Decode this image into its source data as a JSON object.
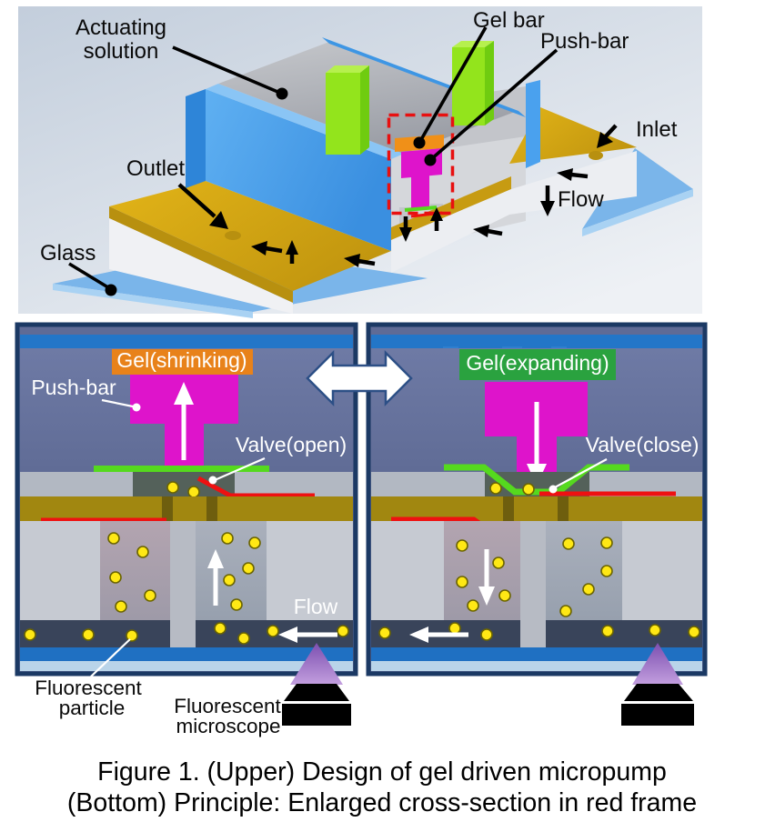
{
  "figure": {
    "caption_line1": "Figure 1. (Upper) Design of gel driven micropump",
    "caption_line2": "(Bottom) Principle: Enlarged cross-section in red frame"
  },
  "upper_panel": {
    "labels": {
      "actuating_solution_line1": "Actuating",
      "actuating_solution_line2": "solution",
      "gel_bar": "Gel bar",
      "push_bar": "Push-bar",
      "inlet": "Inlet",
      "outlet": "Outlet",
      "glass": "Glass",
      "flow": "Flow"
    }
  },
  "left_panel": {
    "gel_state_label": "Gel(shrinking)",
    "push_bar_label": "Push-bar",
    "valve_label": "Valve(open)",
    "flow_label": "Flow",
    "fluorescent_particle_line1": "Fluorescent",
    "fluorescent_particle_line2": "particle",
    "fluorescent_microscope_line1": "Fluorescent",
    "fluorescent_microscope_line2": "microscope"
  },
  "right_panel": {
    "gel_state_label": "Gel(expanding)",
    "valve_label": "Valve(close)"
  },
  "colors": {
    "gel_shrinking_box": "#e8821a",
    "gel_expanding_box": "#2aa23f",
    "push_bar_magenta": "#de14cb",
    "membrane_green": "#55d91e",
    "valve_red": "#ee1111",
    "gold_layer": "#a18710",
    "glass_strip_blue": "#2376c8",
    "tank_blue": "#4aa1ee",
    "gel_bar_green": "#93e41c",
    "gel_bar_orange": "#f09018",
    "highlight_frame_red": "#e81010",
    "particle_yellow": "#ffe815",
    "solution_gray_blue": "#6a769f"
  }
}
